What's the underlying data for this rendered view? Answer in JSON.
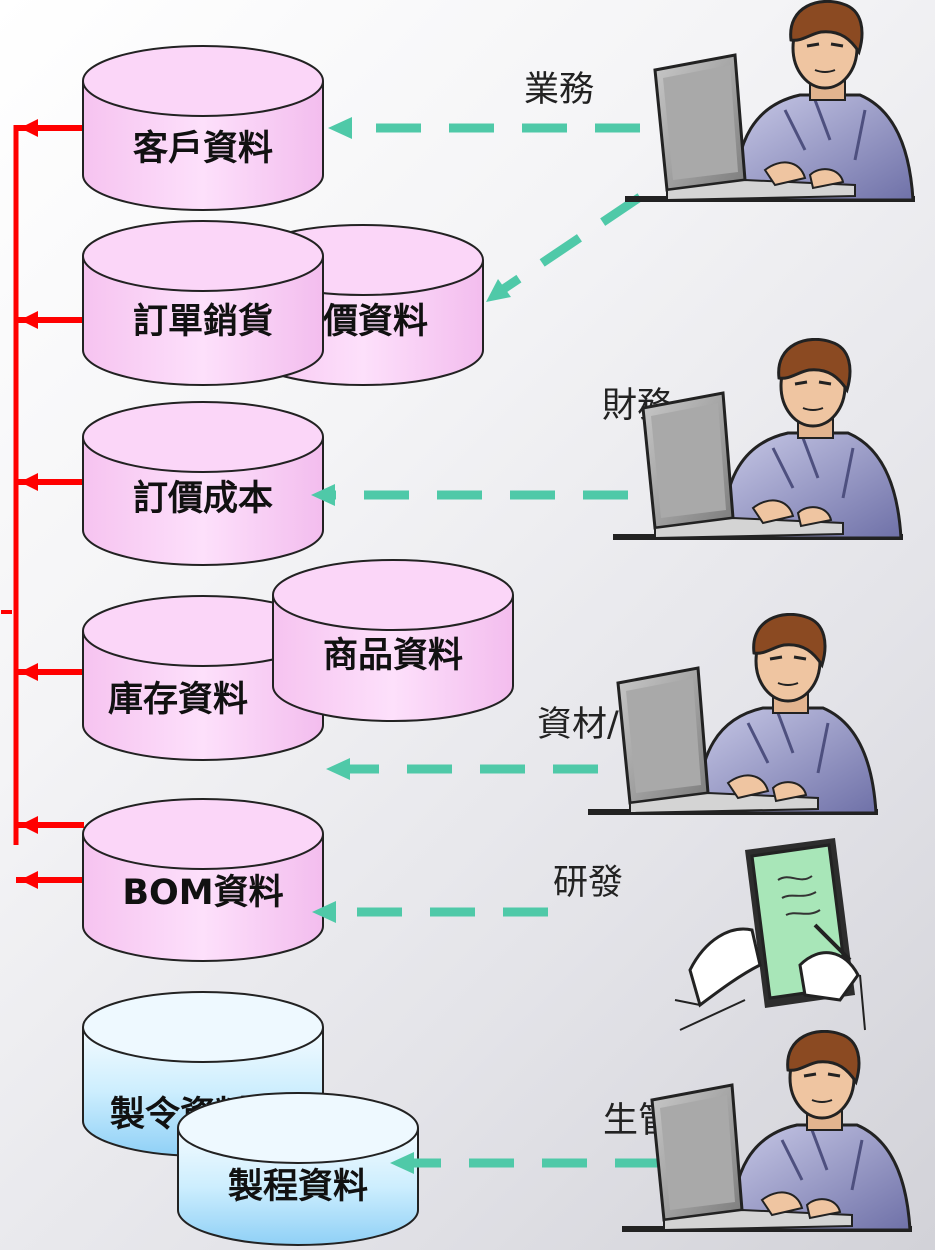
{
  "databases": {
    "customer": "客戶資料",
    "order": "訂單銷貨",
    "price": "價資料",
    "cost": "訂價成本",
    "inventory": "庫存資料",
    "product": "商品資料",
    "bom": "BOM資料",
    "mfg_order": "製令資料",
    "process": "製程資料"
  },
  "roles": {
    "sales": "業務",
    "finance": "財務",
    "materials": "資材/",
    "rnd": "研發",
    "production": "生管"
  },
  "colors": {
    "pink_db": "#f9c8f4",
    "blue_db": "#bfe6fb",
    "red_arrow": "#ff0000",
    "teal_arrow": "#4fc9a8"
  },
  "icons": [
    "person-at-laptop-icon",
    "hands-with-tablet-icon"
  ]
}
